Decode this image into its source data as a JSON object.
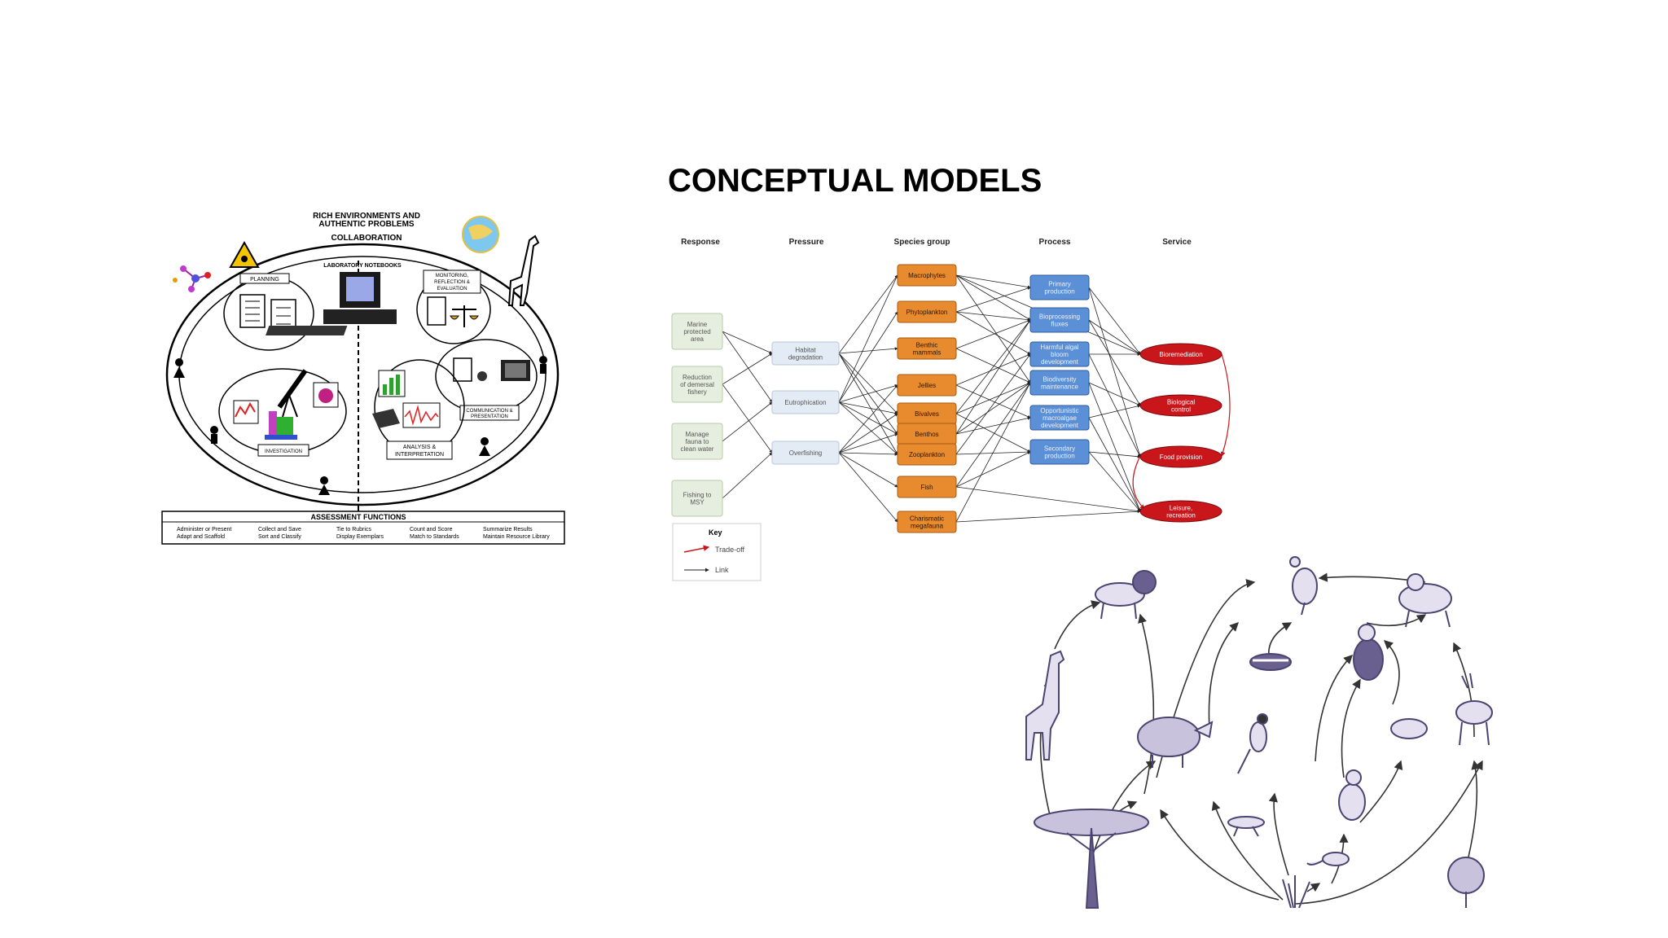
{
  "slide": {
    "title": "CONCEPTUAL MODELS"
  },
  "lab_diagram": {
    "header_1": "RICH ENVIRONMENTS AND",
    "header_2": "AUTHENTIC PROBLEMS",
    "collaboration": "COLLABORATION",
    "notebooks": "LABORATORY NOTEBOOKS",
    "planning": "PLANNING",
    "monitoring_1": "MONITORING,",
    "monitoring_2": "REFLECTION &",
    "monitoring_3": "EVALUATION",
    "communication_1": "COMMUNICATION &",
    "communication_2": "PRESENTATION",
    "investigation": "INVESTIGATION",
    "analysis_1": "ANALYSIS &",
    "analysis_2": "INTERPRETATION",
    "assessment_title": "ASSESSMENT FUNCTIONS",
    "assessment_cols": [
      [
        "Administer or Present",
        "Adapt and Scaffold"
      ],
      [
        "Collect and Save",
        "Sort and Classify"
      ],
      [
        "Tie to Rubrics",
        "Display Exemplars"
      ],
      [
        "Count and Score",
        "Match to Standards"
      ],
      [
        "Summarize Results",
        "Maintain Resource Library"
      ]
    ]
  },
  "ecosystem_diagram": {
    "headers": [
      "Response",
      "Pressure",
      "Species group",
      "Process",
      "Service"
    ],
    "responses": [
      [
        "Marine",
        "protected",
        "area"
      ],
      [
        "Reduction",
        "of demersal",
        "fishery"
      ],
      [
        "Manage",
        "fauna to",
        "clean water"
      ],
      [
        "Fishing to",
        "MSY"
      ]
    ],
    "pressures": [
      [
        "Habitat",
        "degradation"
      ],
      [
        "Eutrophication"
      ],
      [
        "Overfishing"
      ]
    ],
    "species": [
      [
        "Macrophytes"
      ],
      [
        "Phytoplankton"
      ],
      [
        "Benthic",
        "mammals"
      ],
      [
        "Jellies"
      ],
      [
        "Bivalves"
      ],
      [
        "Benthos"
      ],
      [
        "Zooplankton"
      ],
      [
        "Fish"
      ],
      [
        "Charismatic",
        "megafauna"
      ]
    ],
    "processes": [
      [
        "Primary",
        "production"
      ],
      [
        "Bioprocessing",
        "fluxes"
      ],
      [
        "Harmful algal",
        "bloom",
        "development"
      ],
      [
        "Biodiversity",
        "maintenance"
      ],
      [
        "Opportunistic",
        "macroalgae",
        "development"
      ],
      [
        "Secondary",
        "production"
      ]
    ],
    "services": [
      [
        "Bioremediation"
      ],
      [
        "Biological",
        "control"
      ],
      [
        "Food provision"
      ],
      [
        "Leisure,",
        "recreation"
      ]
    ],
    "key_title": "Key",
    "key_tradeoff": "Trade-off",
    "key_link": "Link",
    "colors": {
      "species_fill": "#e88a2e",
      "process_fill": "#5b8fd6",
      "service_fill": "#c8161b",
      "response_fill": "#e6efdf",
      "pressure_fill": "#e3ebf5"
    }
  },
  "food_web": {
    "organisms": [
      "lion-icon",
      "vulture-icon",
      "leopard-icon",
      "giraffe-icon",
      "rhino-icon",
      "honey-badger-icon",
      "baboon-icon",
      "shrike-icon",
      "antelope-icon",
      "beetle-icon",
      "grasshopper-icon",
      "caracal-icon",
      "mouse-icon",
      "acacia-tree-icon",
      "grass-icon",
      "shrub-icon"
    ],
    "color": "#5d5580"
  }
}
